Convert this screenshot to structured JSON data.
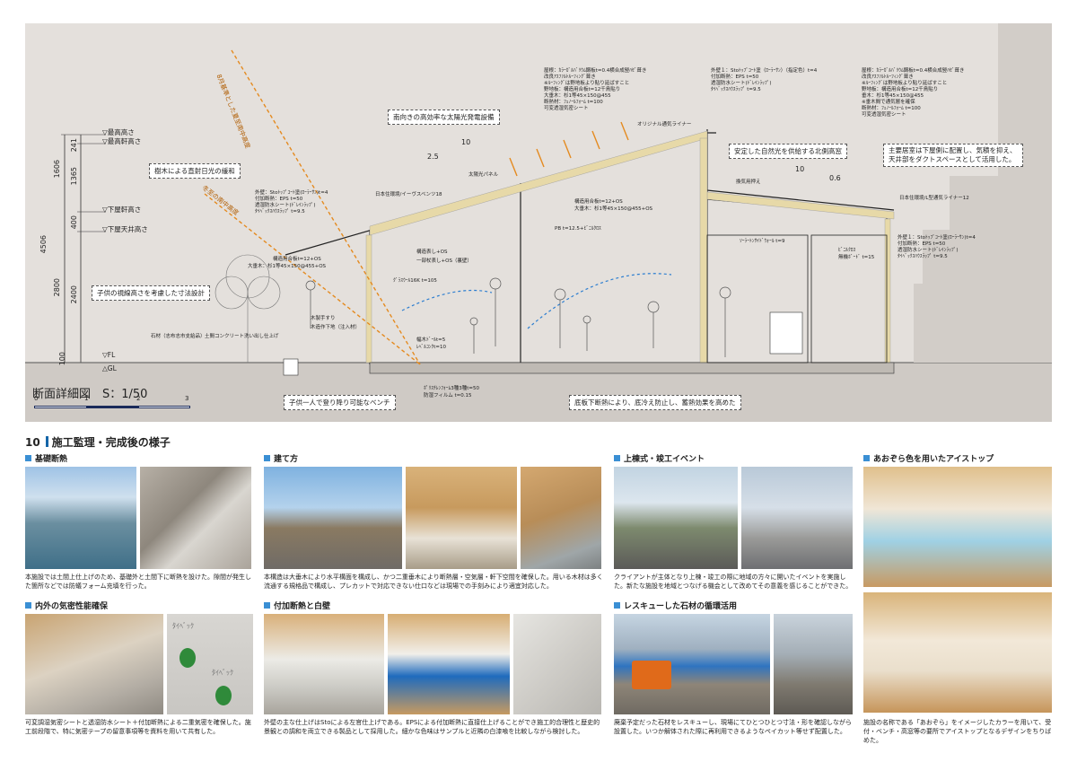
{
  "section": {
    "title": "断面詳細図　S：1/50",
    "scale_ticks": [
      "0",
      "1",
      "2",
      "3"
    ],
    "dimensions": [
      "241",
      "1606",
      "1365",
      "400",
      "4506",
      "2800",
      "2400",
      "100"
    ],
    "levels": [
      "▽最高高さ",
      "▽最高軒高さ",
      "▽下屋軒高さ",
      "▽下屋天井高さ",
      "▽FL",
      "△GL"
    ],
    "slope_left": [
      "10",
      "2.5"
    ],
    "slope_right": [
      "10",
      "0.6"
    ],
    "sun_labels": [
      "8月基準とした夏至南中高度",
      "冬至の南中高度"
    ],
    "callouts": [
      "樹木による直射日光の緩和",
      "南向きの高効率な太陽光発電設備",
      "安定した自然光を供給する北側高窓",
      "主要居室は下屋側に配置し、気積を抑え、天井部をダクトスペースとして活用した。",
      "子供の視線高さを考慮した寸法設計",
      "子供一人で登り降り可能なベンチ",
      "底板下断熱により、底冷え防止し、蓄熱効果を高めた"
    ],
    "notes": {
      "roof_left": [
        "屋根：ｶﾗｰｶﾞﾙﾊﾞﾘｳﾑ鋼板t=0.4横合成竪ﾊｾﾞ葺き",
        "改良ｱｽﾌｧﾙﾄﾙｰﾌｨﾝｸﾞ葺き",
        "※ﾙｰﾌｨﾝｸﾞは野地板より貼り延ばすこと",
        "野地板：構造用合板t=12千鳥貼り",
        "大垂木：杉1等45×150@455",
        "断熱材：ﾌｪﾉｰﾙﾌｫｰﾑ t=100",
        "可変透湿気密シート"
      ],
      "roof_right": [
        "屋根：ｶﾗｰｶﾞﾙﾊﾞﾘｳﾑ鋼板t=0.4横合成竪ﾊｾﾞ葺き",
        "改良ｱｽﾌｧﾙﾄﾙｰﾌｨﾝｸﾞ葺き",
        "※ﾙｰﾌｨﾝｸﾞは野地板より貼り延ばすこと",
        "野地板：構造用合板t=12千鳥貼り",
        "垂木：杉1等45×150@455",
        "※垂木間で通気層を確保",
        "断熱材：ﾌｪﾉｰﾙﾌｫｰﾑ t=100",
        "可変透湿気密シート"
      ],
      "wall_upper": [
        "外壁１：Stoﾄｯﾌﾟｺｰﾄ塗（ﾛｰﾗｰｻﾝ）（指定色）t=4",
        "付加断熱：EPS t=50",
        "透湿防水シート(ﾄﾞﾚｲﾝﾗｯﾌﾟ)",
        "ﾀｲﾍﾞｯｸｽﾊｳｽﾗｯﾌﾟ t=9.5"
      ],
      "wall_left": [
        "外壁：Stoﾄｯﾌﾟｺｰﾄ塗(ﾛｰﾗｰｻﾝ)t=4",
        "付加断熱：EPS t=50",
        "透湿防水シート(ﾄﾞﾚｲﾝﾗｯﾌﾟ)",
        "ﾀｲﾍﾞｯｸｽﾊｳｽﾗｯﾌﾟ t=9.5"
      ],
      "wall_right": [
        "外壁１：Stoﾄｯﾌﾟｺｰﾄ塗(ﾛｰﾗｰｻﾝ)t=4",
        "付加断熱：EPS t=50",
        "透湿防水シート(ﾄﾞﾚｲﾝﾗｯﾌﾟ)",
        "ﾀｲﾍﾞｯｸｽﾊｳｽﾗｯﾌﾟ t=9.5"
      ],
      "misc": [
        "オリジナル通気ライナー",
        "換気用押え",
        "日本住環境/イーヴスベンツ18",
        "日本住環境/L型通気ライナー12",
        "太陽光パネル",
        "構造用合板t=12+OS",
        "大垂木：杉1等45×150@455+OS",
        "PB t=12.5+ﾋﾞﾆﾙｸﾛｽ",
        "ｿｰﾗｰﾄﾝｻｲﾄﾞｳｫｰﾙ t=9",
        "ﾋﾞﾆﾙｸﾛｽ",
        "無機ﾎﾞｰﾄﾞ t=15",
        "ｸﾞﾗｽｳｰﾙ16K t=105",
        "構造用合板t=12+OS",
        "大垂木：杉1等45×150@455+OS",
        "構造表し+OS",
        "一部杖表し+OS（裏壁）",
        "石材（志布志市支給品）",
        "土間コンクリート洗い出し仕上げ",
        "木製手すり",
        "木造作下地（注入材）",
        "ﾎﾟﾘｽﾁﾚﾝﾌｫｰﾑ3種3種t=50",
        "防湿フィルム t=0.15",
        "幅木ﾄﾞｰﾙt=5",
        "ﾚﾍﾞﾙｺﾝｸt=10"
      ]
    }
  },
  "heading": {
    "num": "10",
    "title": "施工監理・完成後の様子"
  },
  "blocks": [
    {
      "title": "基礎断熱",
      "caption": "本施設では土間上仕上げのため、基礎外と土間下に断熱を設けた。隙間が発生した箇所などでは防蟻フォーム充填を行った。"
    },
    {
      "title": "建て方",
      "caption": "本構造は大垂木により水平構面を構成し、かつ二重垂木により断熱層・空気層・軒下空間を確保した。用いる木材は多く流通する規格品で構成し、プレカットで対応できない仕口などは現場での手刻みにより適宜対応した。"
    },
    {
      "title": "上棟式・竣工イベント",
      "caption": "クライアントが主体となり上棟・竣工の際に地域の方々に開いたイベントを実施した。新たな施設を地域とつなげる機会として改めてその意義を感じることができた。"
    },
    {
      "title": "あおぞら色を用いたアイストップ",
      "caption": "施設の名称である「あおぞら」をイメージしたカラーを用いて、受付・ベンチ・高窓等の要所でアイストップとなるデザインをちりばめた。"
    },
    {
      "title": "内外の気密性能確保",
      "caption": "可変調湿気密シートと透湿防水シート＋付加断熱による二重気密を確保した。施工前段階で、特に気密テープの留意事項等を資料を用いて共有した。"
    },
    {
      "title": "付加断熱と白壁",
      "caption": "外壁の主な仕上げはStoによる左官仕上げである。EPSによる付加断熱に直接仕上げることができ施工的合理性と歴史的景観との調和を両立できる製品として採用した。細かな色味はサンプルと近隣の白漆喰を比較しながら検討した。"
    },
    {
      "title": "レスキューした石材の循環活用",
      "caption": "廃棄予定だった石材をレスキューし、現場にてひとつひとつ寸法・形を確認しながら設置した。いつか解体された際に再利用できるようなペイカット等せず配置した。"
    }
  ],
  "photo_text": [
    "ﾀｲﾍﾞｯｸ",
    "ﾀｲﾍﾞｯｸ"
  ]
}
